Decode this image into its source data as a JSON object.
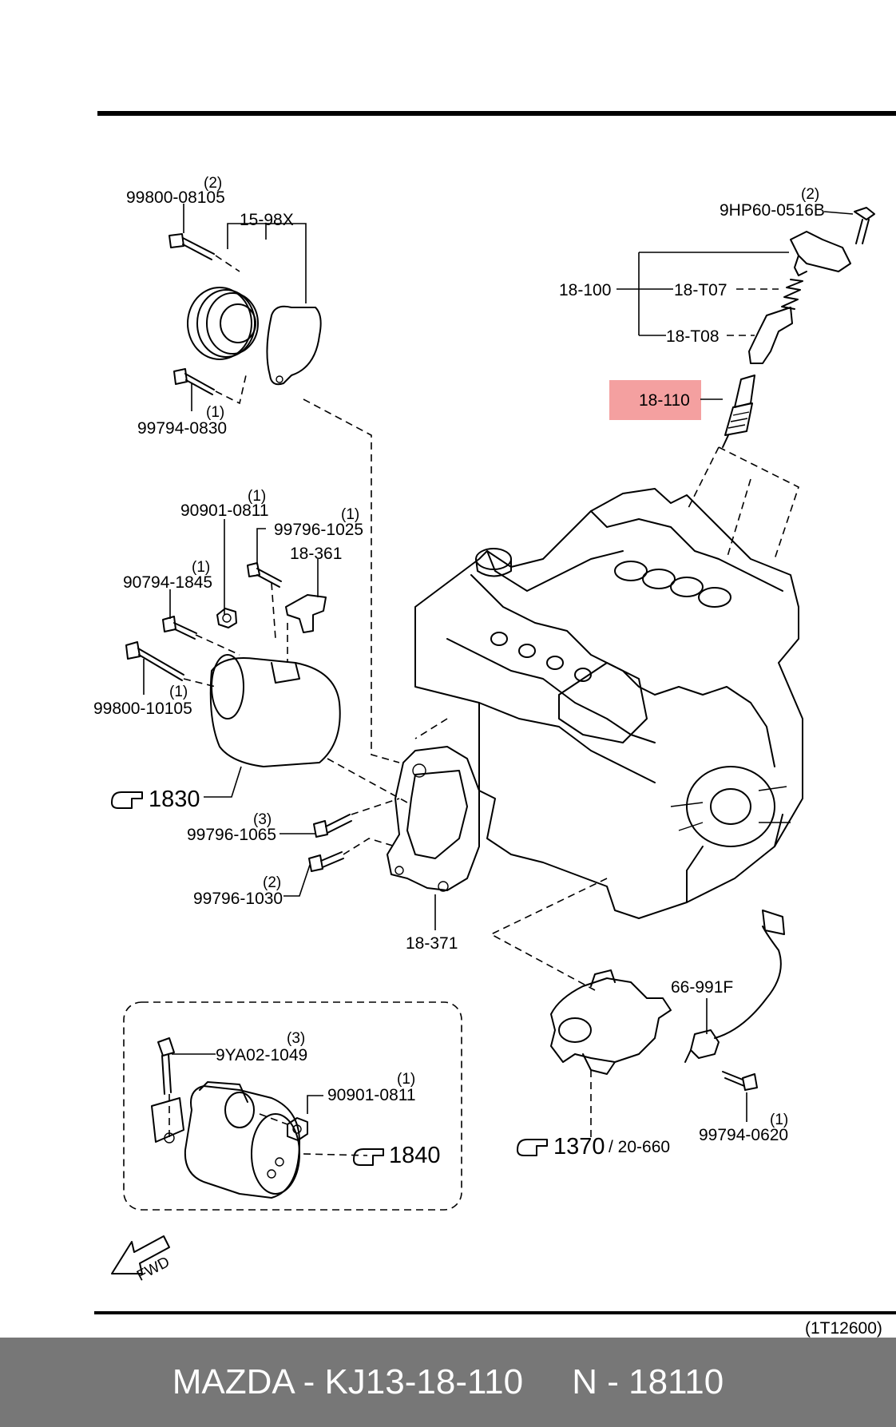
{
  "highlight_color": "#f4a0a0",
  "footer_bg": "#777777",
  "labels": {
    "p99800_08105": "99800-08105",
    "q2_a": "(2)",
    "p15_98x": "15-98X",
    "p99794_0830": "99794-0830",
    "q1_a": "(1)",
    "p9hp60": "9HP60-0516B",
    "q2_b": "(2)",
    "p18_100": "18-100",
    "p18_t07": "18-T07",
    "p18_t08": "18-T08",
    "p18_110": "18-110",
    "p90901_0811_a": "90901-0811",
    "q1_b": "(1)",
    "p99796_1025": "99796-1025",
    "q1_c": "(1)",
    "p18_361": "18-361",
    "p90794_1845": "90794-1845",
    "q1_d": "(1)",
    "p99800_10105": "99800-10105",
    "q1_e": "(1)",
    "p1830": "1830",
    "p99796_1065": "99796-1065",
    "q3_a": "(3)",
    "p99796_1030": "99796-1030",
    "q2_c": "(2)",
    "p18_371": "18-371",
    "p66_991f": "66-991F",
    "p99794_0620": "99794-0620",
    "q1_f": "(1)",
    "p1370": "1370",
    "p20_660": "/ 20-660",
    "p9ya02": "9YA02-1049",
    "q3_b": "(3)",
    "p90901_0811_b": "90901-0811",
    "q1_g": "(1)",
    "p1840": "1840",
    "fwd": "FWD",
    "ref_code": "(1T12600)"
  },
  "footer": {
    "text": "MAZDA - KJ13-18-110     N - 18110"
  }
}
